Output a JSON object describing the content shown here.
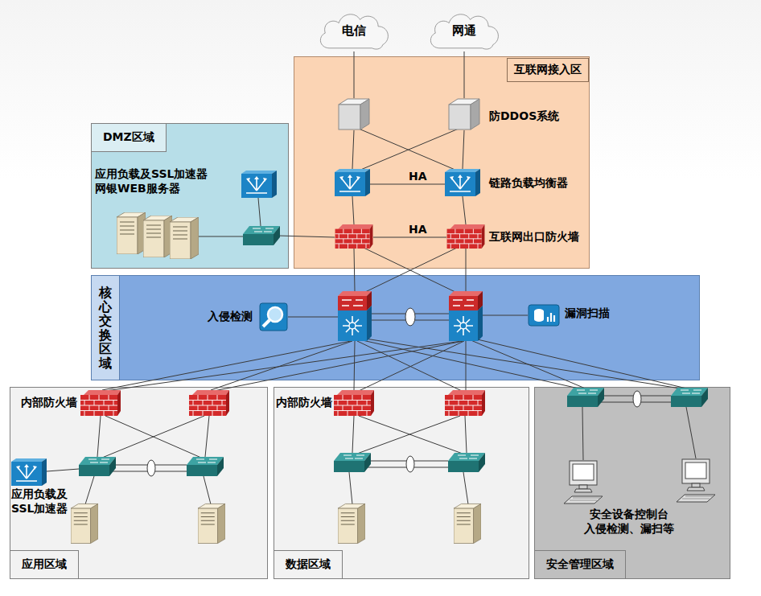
{
  "diagram": {
    "nodes": [
      {
        "text": [
          "电信"
        ]
      },
      {
        "text": [
          "网通"
        ]
      },
      {
        "text": [
          "互联网接入区"
        ]
      },
      {
        "text": [
          "DMZ区域"
        ]
      },
      {
        "text": [
          "核心交换区域"
        ]
      },
      {
        "text": [
          "应用区域"
        ]
      },
      {
        "text": [
          "数据区域"
        ]
      },
      {
        "text": [
          "安全管理区域"
        ]
      }
    ],
    "edges": [
      {
        "from": 0,
        "to": 2,
        "arrow": "none"
      },
      {
        "from": 1,
        "to": 2,
        "arrow": "none"
      }
    ],
    "labels": [
      "防DDOS系统",
      "HA",
      "链路负载均衡器",
      "应用负载及SSL加速器 网银WEB服务器",
      "HA",
      "互联网出口防火墙",
      "入侵检测",
      "漏洞扫描",
      "内部防火墙",
      "内部防火墙",
      "应用负载及SSL加速器",
      "安全设备控制台 入侵检测、漏扫等"
    ]
  }
}
